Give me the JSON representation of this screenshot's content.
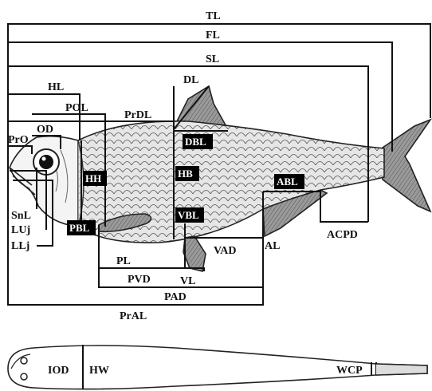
{
  "figure": {
    "measurements": {
      "tl": "TL",
      "fl": "FL",
      "sl": "SL",
      "hl": "HL",
      "pol": "POL",
      "prdl": "PrDL",
      "dl": "DL",
      "pro": "PrO",
      "od": "OD",
      "dbl": "DBL",
      "hh": "HH",
      "hb": "HB",
      "abl": "ABL",
      "snl": "SnL",
      "luj": "LUj",
      "llj": "LLj",
      "pbl": "PBL",
      "vbl": "VBL",
      "al": "AL",
      "vad": "VAD",
      "pl": "PL",
      "acpd": "ACPD",
      "pvd": "PVD",
      "vl": "VL",
      "pad": "PAD",
      "pral": "PrAL"
    },
    "dorsal_view": {
      "iod": "IOD",
      "hw": "HW",
      "wcp": "WCP"
    }
  }
}
